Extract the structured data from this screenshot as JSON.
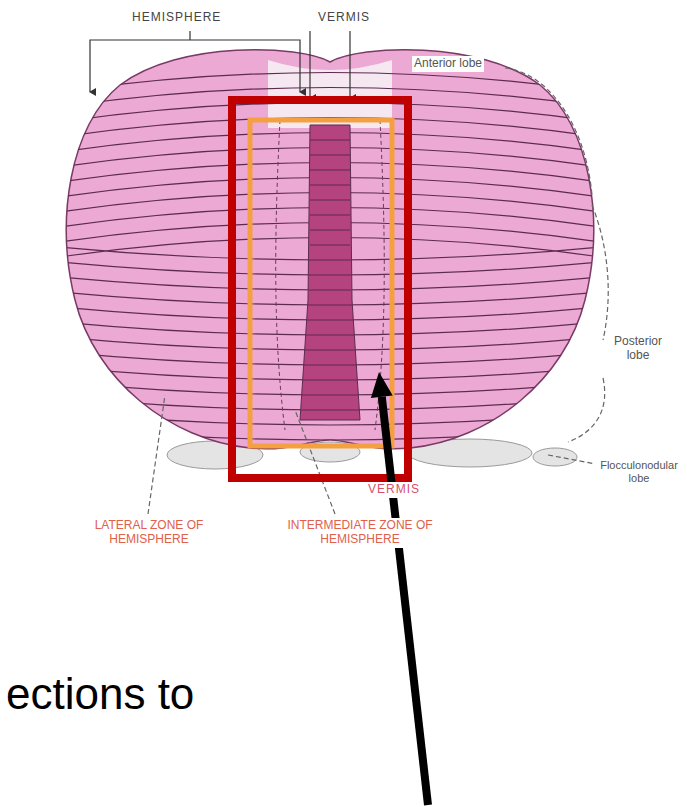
{
  "diagram": {
    "labels": [
      "HEMISPHERE",
      "VERMIS",
      "Anterior lobe",
      "Posterior lobe",
      "Flocculonodular lobe",
      "VERMIS",
      "LATERAL ZONE OF HEMISPHERE",
      "INTERMEDIATE ZONE OF HEMISPHERE",
      "ections to"
    ]
  }
}
